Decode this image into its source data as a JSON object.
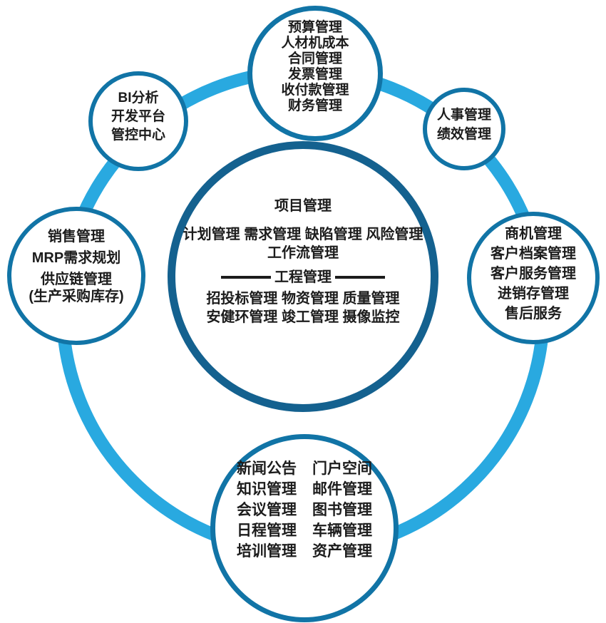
{
  "colors": {
    "ring": "#29a9e0",
    "satellite_border": "#1174a6",
    "center_border": "#14618f",
    "text": "#1c1c1c"
  },
  "center_circle": {
    "title": "项目管理",
    "project_line1": "计划管理 需求管理 缺陷管理 风险管理",
    "project_line2": "工作流管理",
    "divider_label": "工程管理",
    "engineering_line1": "招投标管理 物资管理 质量管理",
    "engineering_line2": "安健环管理 竣工管理 摄像监控"
  },
  "satellites": {
    "finance": {
      "lines": [
        "预算管理",
        "人材机成本",
        "合同管理",
        "发票管理",
        "收付款管理",
        "财务管理"
      ]
    },
    "platform": {
      "lines": [
        "BI分析",
        "开发平台",
        "管控中心"
      ]
    },
    "hr": {
      "lines": [
        "人事管理",
        "绩效管理"
      ]
    },
    "supply": {
      "lines": [
        "销售管理",
        "MRP需求规划",
        "供应链管理",
        "(生产采购库存)"
      ]
    },
    "crm": {
      "lines": [
        "商机管理",
        "客户档案管理",
        "客户服务管理",
        "进销存管理",
        "售后服务"
      ]
    },
    "oa": {
      "rows": [
        [
          "新闻公告",
          "门户空间"
        ],
        [
          "知识管理",
          "邮件管理"
        ],
        [
          "会议管理",
          "图书管理"
        ],
        [
          "日程管理",
          "车辆管理"
        ],
        [
          "培训管理",
          "资产管理"
        ]
      ]
    }
  }
}
